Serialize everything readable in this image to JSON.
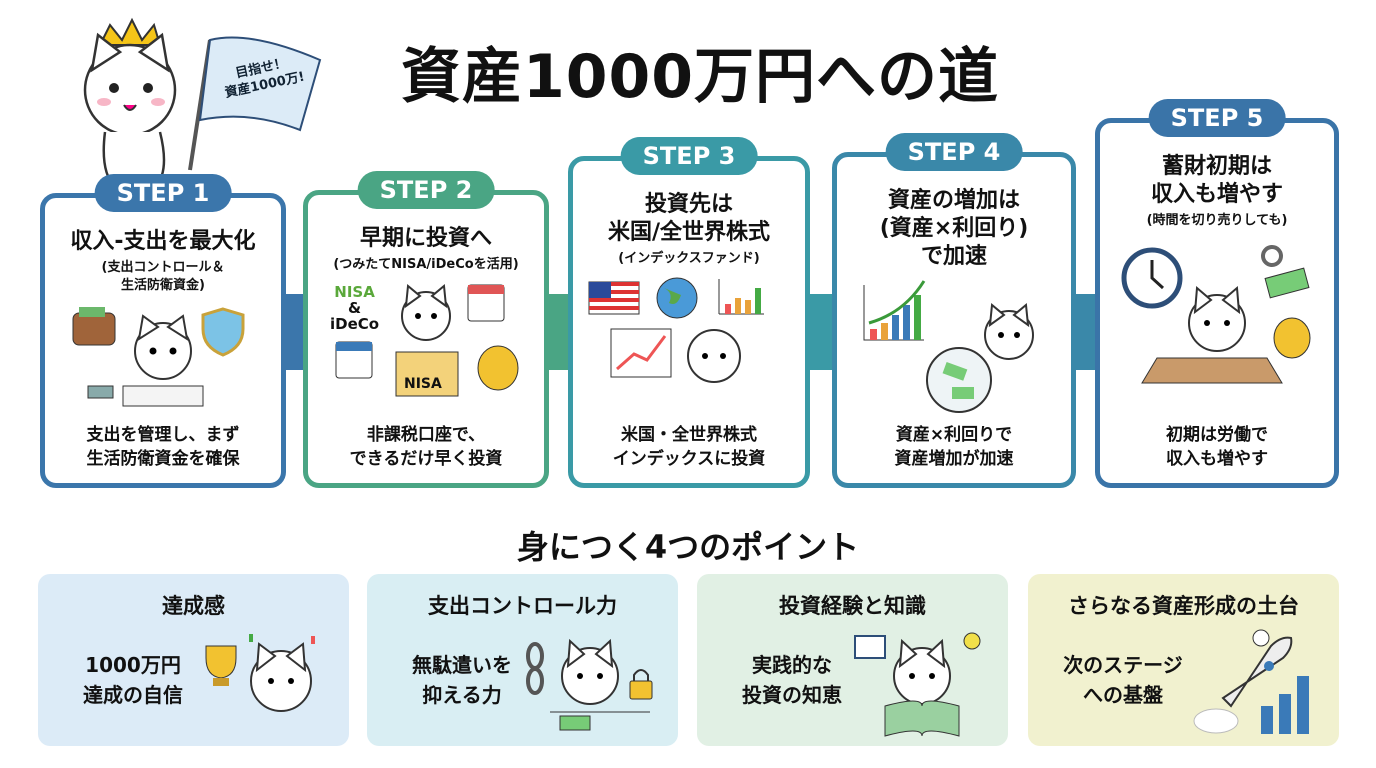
{
  "title": "資産1000万円への道",
  "flag": {
    "line1": "目指せ！",
    "line2": "資産1000万!"
  },
  "steps": [
    {
      "badge": "STEP 1",
      "heading": [
        "収入-支出を最大化"
      ],
      "sub": [
        "(支出コントロール＆",
        "生活防衛資金)"
      ],
      "foot": [
        "支出を管理し、まず",
        "生活防衛資金を確保"
      ],
      "color": "#3b76ab"
    },
    {
      "badge": "STEP 2",
      "heading": [
        "早期に投資へ"
      ],
      "sub": [
        "(つみたてNISA/iDeCoを活用)"
      ],
      "foot": [
        "非課税口座で、",
        "できるだけ早く投資"
      ],
      "color": "#4aa584",
      "labels": {
        "nisa": "NISA",
        "amp": "&",
        "ideco": "iDeCo",
        "box": "NISA"
      }
    },
    {
      "badge": "STEP 3",
      "heading": [
        "投資先は",
        "米国/全世界株式"
      ],
      "sub": [
        "(インデックスファンド)"
      ],
      "foot": [
        "米国・全世界株式",
        "インデックスに投資"
      ],
      "color": "#3a9aa6"
    },
    {
      "badge": "STEP 4",
      "heading": [
        "資産の増加は",
        "(資産×利回り)",
        "で加速"
      ],
      "sub": [],
      "foot": [
        "資産×利回りで",
        "資産増加が加速"
      ],
      "color": "#3a88a9"
    },
    {
      "badge": "STEP 5",
      "heading": [
        "蓄財初期は",
        "収入も増やす"
      ],
      "sub": [
        "(時間を切り売りしても)"
      ],
      "foot": [
        "初期は労働で",
        "収入も増やす"
      ],
      "color": "#3a74a8"
    }
  ],
  "points_title": "身につく4つのポイント",
  "points": [
    {
      "title": "達成感",
      "body": [
        "1000万円",
        "達成の自信"
      ],
      "bg": "#dcebf7"
    },
    {
      "title": "支出コントロール力",
      "body": [
        "無駄遣いを",
        "抑える力"
      ],
      "bg": "#d9eef3"
    },
    {
      "title": "投資経験と知識",
      "body": [
        "実践的な",
        "投資の知恵"
      ],
      "bg": "#e1f0e4"
    },
    {
      "title": "さらなる資産形成の土台",
      "body": [
        "次のステージ",
        "への基盤"
      ],
      "bg": "#f1f1cf"
    }
  ]
}
